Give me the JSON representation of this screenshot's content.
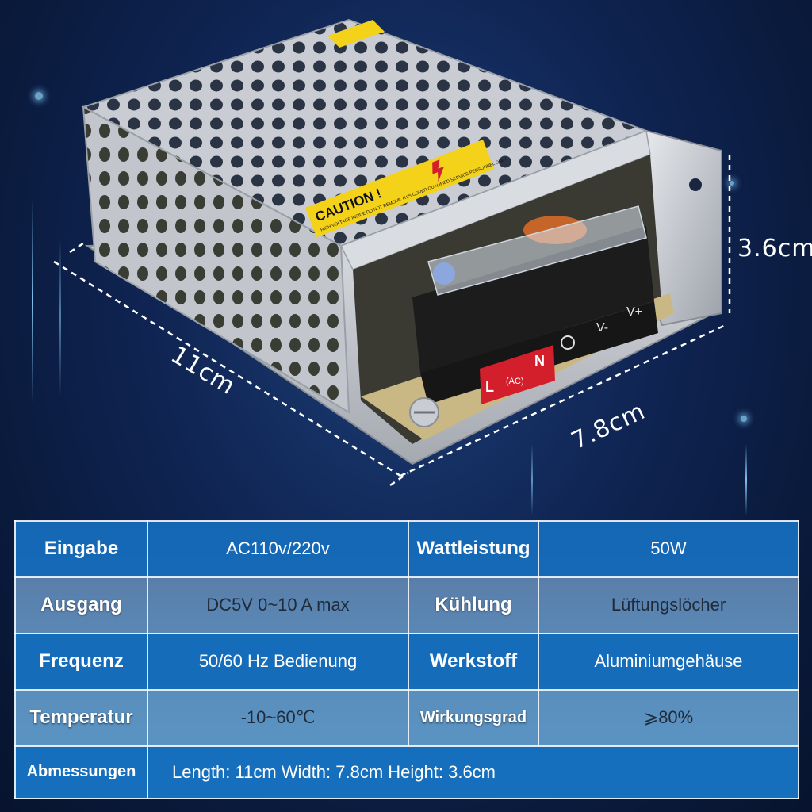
{
  "dimensions": {
    "length": "11cm",
    "width": "7.8cm",
    "height": "3.6cm"
  },
  "product": {
    "caution_title": "CAUTION !",
    "caution_text": "HIGH VOLTAGE INSIDE DO NOT REMOVE THIS COVER QUALIFIED SERVICE PERSONNEL ONLY",
    "terminals": [
      "L",
      "(AC)",
      "N",
      "V-",
      "V+"
    ]
  },
  "specs": {
    "rows": [
      {
        "k1": "Eingabe",
        "v1": "AC110v/220v",
        "k2": "Wattleistung",
        "v2": "50W"
      },
      {
        "k1": "Ausgang",
        "v1": "DC5V 0~10 A max",
        "k2": "Kühlung",
        "v2": "Lüftungslöcher"
      },
      {
        "k1": "Frequenz",
        "v1": "50/60 Hz Bedienung",
        "k2": "Werkstoff",
        "v2": "Aluminiumgehäuse"
      },
      {
        "k1": "Temperatur",
        "v1": "-10~60℃",
        "k2": "Wirkungsgrad",
        "v2": "⩾80%"
      }
    ],
    "dimensions_row": {
      "k": "Abmessungen",
      "v": "Length: 11cm Width: 7.8cm Height: 3.6cm"
    }
  }
}
